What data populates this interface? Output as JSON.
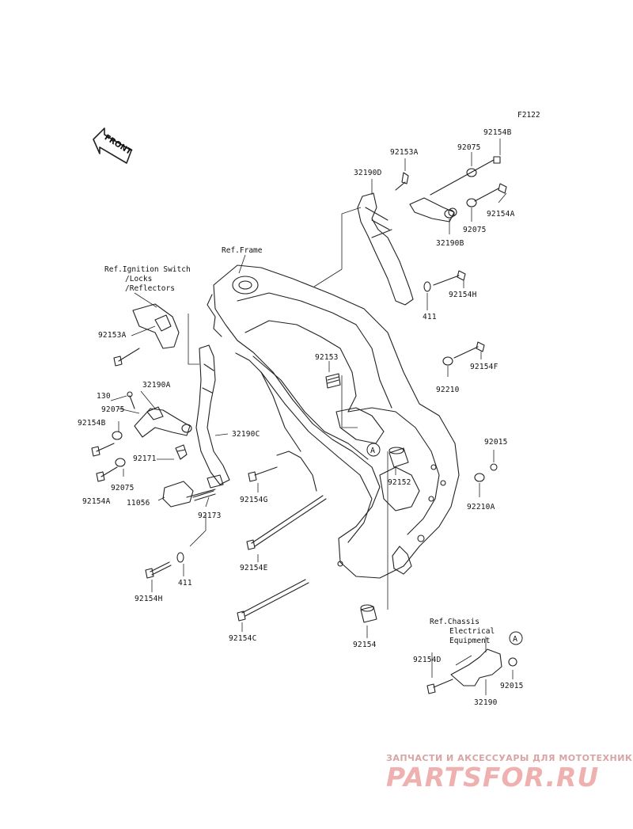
{
  "figure_code": "F2122",
  "front_label": "FRONT",
  "circle_marker": "A",
  "refs": {
    "frame": "Ref.Frame",
    "ignition_1": "Ref.Ignition Switch",
    "ignition_2": "/Locks",
    "ignition_3": "/Reflectors",
    "chassis_1": "Ref.Chassis",
    "chassis_2": "Electrical",
    "chassis_3": "Equipment"
  },
  "parts": {
    "p92154B_top": "92154B",
    "p92075_top": "92075",
    "p92153A_top": "92153A",
    "p32190D": "32190D",
    "p92154A_right": "92154A",
    "p92075_right": "92075",
    "p32190B": "32190B",
    "p92154H_right": "92154H",
    "p411_right": "411",
    "p92154F": "92154F",
    "p92210": "92210",
    "p92153": "92153",
    "p92015_right": "92015",
    "p92210A": "92210A",
    "p92152": "92152",
    "p92153A_left": "92153A",
    "p130": "130",
    "p32190A": "32190A",
    "p92075_left1": "92075",
    "p92154B_left": "92154B",
    "p32190C": "32190C",
    "p92171": "92171",
    "p92075_left2": "92075",
    "p92154A_left": "92154A",
    "p11056": "11056",
    "p92173": "92173",
    "p92154G": "92154G",
    "p92154E": "92154E",
    "p411_left": "411",
    "p92154H_left": "92154H",
    "p92154C": "92154C",
    "p92154": "92154",
    "p92154D": "92154D",
    "p92015_bottom": "92015",
    "p32190": "32190"
  },
  "watermark": {
    "top": "ЗАПЧАСТИ И АКСЕССУАРЫ ДЛЯ МОТОТЕХНИКИ",
    "main": "PARTSFOR.RU",
    "color": "#efb0b0"
  }
}
